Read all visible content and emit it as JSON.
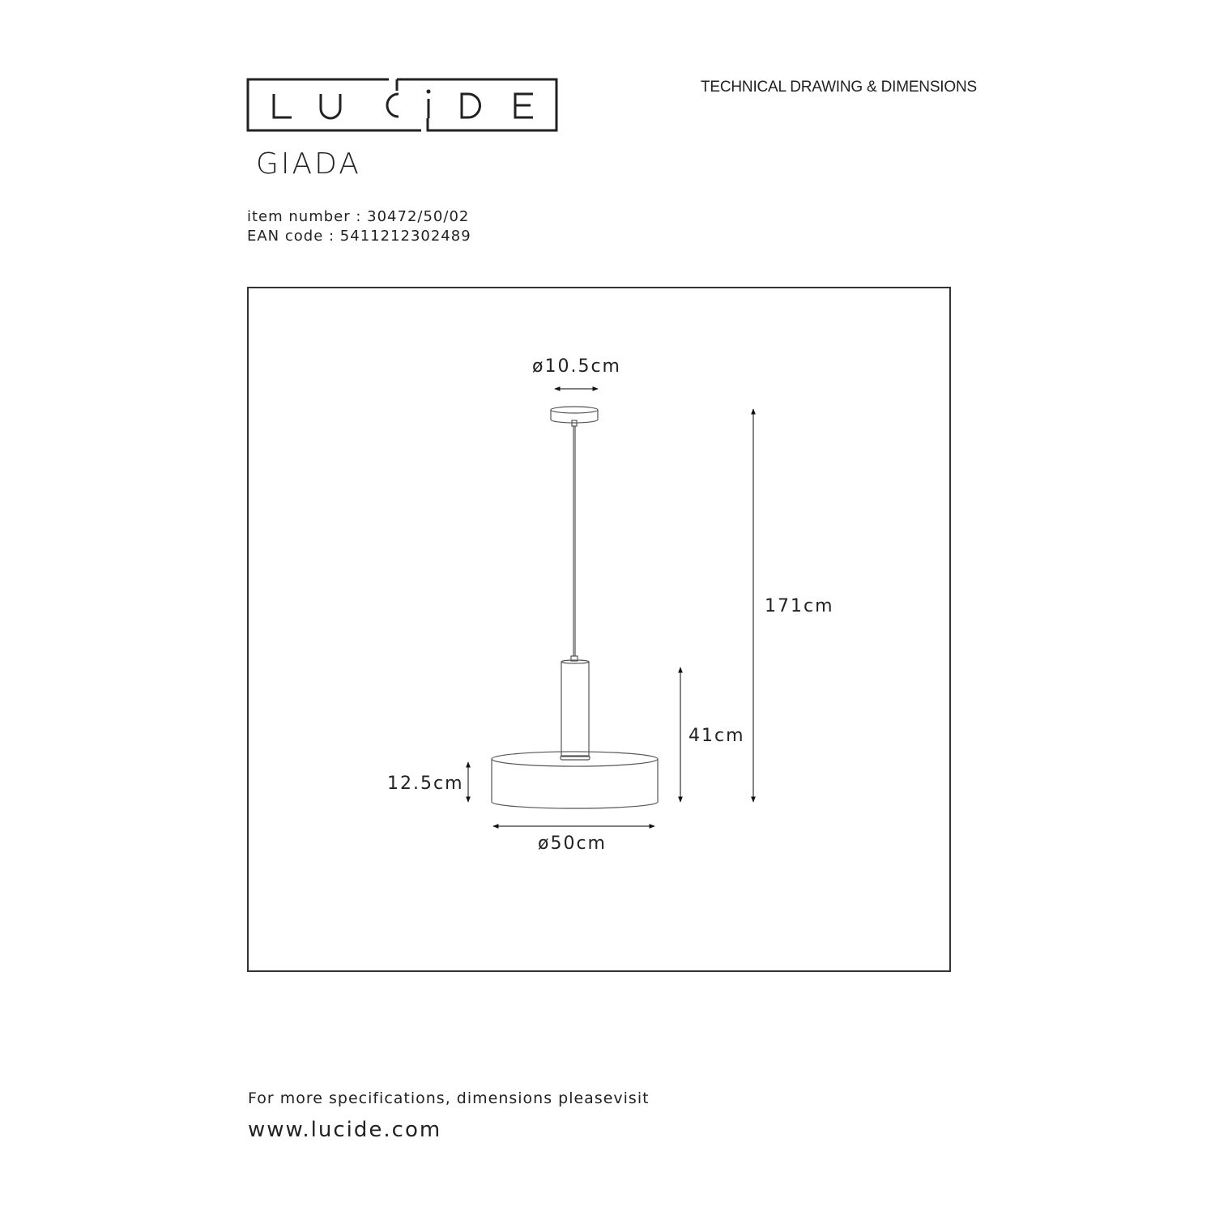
{
  "header": {
    "logo_text": "LUCIDE",
    "subtitle": "TECHNICAL DRAWING & DIMENSIONS",
    "product_name": "GIADA",
    "item_number": "item number : 30472/50/02",
    "ean_code": "EAN code : 5411212302489"
  },
  "drawing": {
    "canopy_diameter": "ø10.5cm",
    "total_height": "171cm",
    "body_height": "41cm",
    "shade_height": "12.5cm",
    "shade_diameter": "ø50cm"
  },
  "footer": {
    "note": "For more specifications, dimensions pleasevisit",
    "url": "www.lucide.com"
  }
}
